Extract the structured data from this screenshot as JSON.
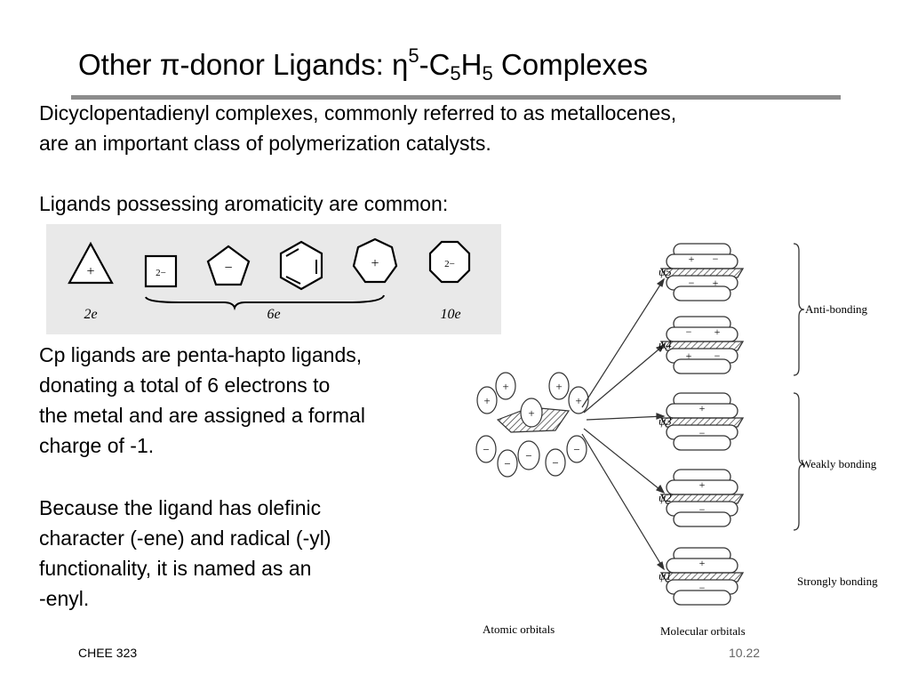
{
  "slide": {
    "title_prefix": "Other ",
    "title_pi": "π",
    "title_mid": "-donor Ligands: ",
    "title_eta": "η",
    "title_sup5": "5",
    "title_c": "-C",
    "title_sub1": "5",
    "title_h": "H",
    "title_sub2": "5",
    "title_suffix": " Complexes",
    "para1_line1": "Dicyclopentadienyl complexes, commonly referred to as metallocenes,",
    "para1_line2": "are an important class of polymerization catalysts.",
    "para2": "Ligands possessing aromaticity are common:",
    "para3_line1": "Cp ligands are penta-hapto ligands,",
    "para3_line2": "donating a total of 6 electrons to",
    "para3_line3": "the metal and are assigned a formal",
    "para3_line4": "charge of -1.",
    "para4_line1": "Because the ligand has olefinic",
    "para4_line2": "character (-ene) and radical (-yl)",
    "para4_line3": "functionality, it is named as an",
    "para4_line4": "-enyl."
  },
  "ligand_figure": {
    "labels": {
      "two_e": "2e",
      "six_e": "6e",
      "ten_e": "10e"
    },
    "charges": {
      "triangle": "+",
      "square": "2−",
      "pentagon": "−",
      "heptagon": "+",
      "octagon": "2−"
    }
  },
  "mo_diagram": {
    "psi_labels": [
      "ψ5",
      "ψ4",
      "ψ3",
      "ψ2",
      "ψ1"
    ],
    "groups": {
      "anti": "Anti-bonding",
      "weak": "Weakly  bonding",
      "strong": "Strongly  bonding"
    },
    "atomic_label": "Atomic orbitals",
    "molecular_label": "Molecular orbitals"
  },
  "footer": {
    "course": "CHEE 323",
    "page": "10.22"
  }
}
